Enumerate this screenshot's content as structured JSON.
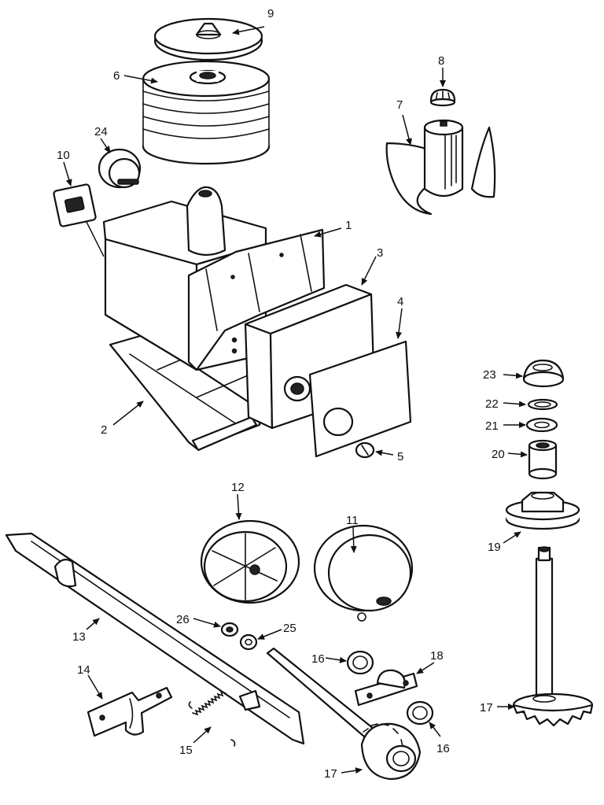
{
  "callouts": [
    "1",
    "2",
    "3",
    "4",
    "5",
    "6",
    "7",
    "8",
    "9",
    "10",
    "11",
    "12",
    "13",
    "14",
    "15",
    "16",
    "16",
    "17",
    "17",
    "18",
    "19",
    "20",
    "21",
    "22",
    "23",
    "24",
    "25",
    "26"
  ]
}
